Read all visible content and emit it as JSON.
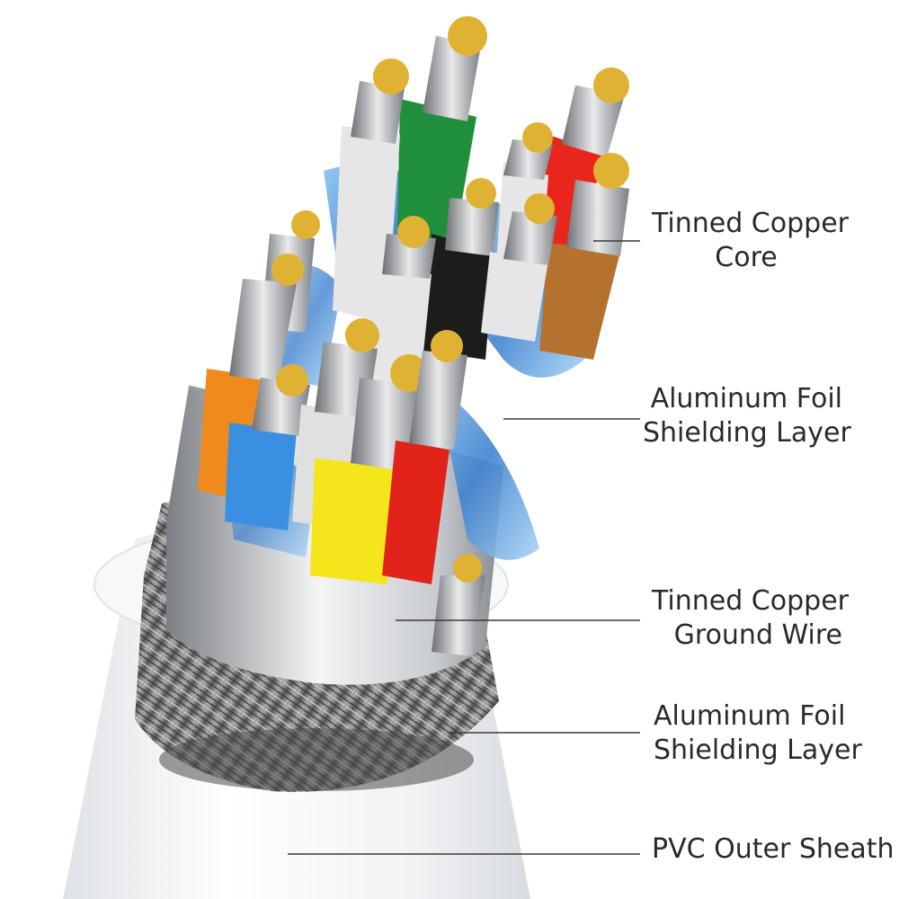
{
  "labels": {
    "core": {
      "line1": "Tinned Copper",
      "line2": "Core"
    },
    "foil": {
      "line1": "Aluminum Foil",
      "line2": "Shielding Layer"
    },
    "ground": {
      "line1": "Tinned Copper",
      "line2": "Ground Wire"
    },
    "braid": {
      "line1": "Aluminum Foil",
      "line2": "Shielding Layer"
    },
    "sheath": {
      "line1": "PVC Outer Sheath"
    }
  },
  "colors": {
    "label_text": "#2a2a2a",
    "leader_line": "#3a3a3a",
    "copper_tin": "#e0b233",
    "foil_blue": "#4f92d8",
    "sheath": "#eef0f2",
    "braid": "#6e6e6e",
    "wire_insulation": [
      "#1f8f3c",
      "#e8261c",
      "#b5722e",
      "#f08a1c",
      "#3a8fe0",
      "#f4e61a",
      "#e2231a",
      "#1c1c1c",
      "#e6e6e6"
    ]
  },
  "icons": {
    "cable": "cable-cross-section-illustration"
  }
}
